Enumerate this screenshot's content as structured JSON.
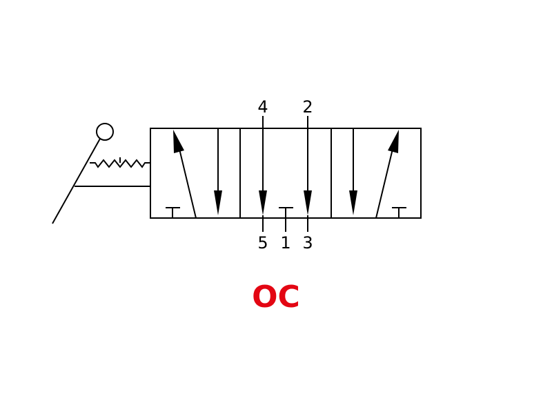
{
  "ports": {
    "top_left": "4",
    "top_right": "2",
    "bottom_left": "5",
    "bottom_middle": "1",
    "bottom_right": "3"
  },
  "caption": {
    "text": "OC",
    "color": "#e30613"
  },
  "symbol": {
    "type": "5/3 directional valve, lever actuated, spring detent",
    "positions": 3
  }
}
